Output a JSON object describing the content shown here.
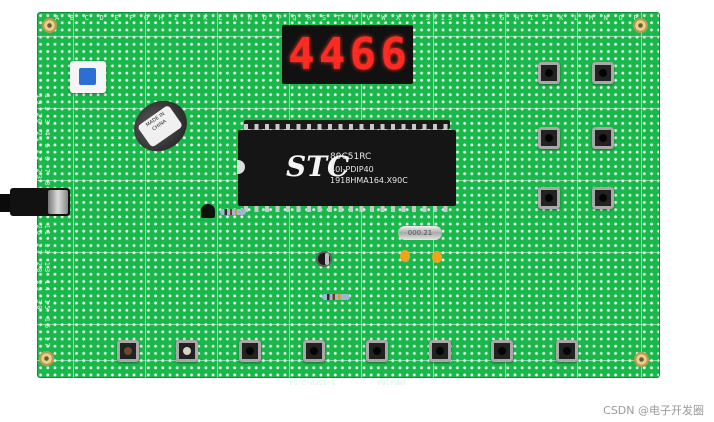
{
  "display": {
    "digits": [
      "4",
      "4",
      "6",
      "6"
    ]
  },
  "chip": {
    "brand": "STC",
    "model": "89C51RC",
    "package": "40I-PDIP40",
    "code": "1918HMA164.X90C"
  },
  "crystal": {
    "label": "000.21"
  },
  "board_marks": {
    "top_edge": "A B C D E F G H I J K L M N O P Q R S T U V W X Y   5×15 cm   F G H I J K L M N O P Q R S T U V W X Y Z",
    "left_edge": "1 2 3 4 5 6 7 8 9 10 11 12 13 14 15 16 17 18 19 20 21 22 23 24 25 26 27 28 29 30",
    "bottom_left": "5×15CM-2.54",
    "bottom_right": "XM6418A"
  },
  "buzzer": {
    "label": "MADE IN CHINA"
  },
  "watermark": "CSDN @电子开发圈",
  "colors": {
    "board": "#19b84a",
    "display_segment": "#ff2a22",
    "switch_cap": "#2c6ed1"
  }
}
